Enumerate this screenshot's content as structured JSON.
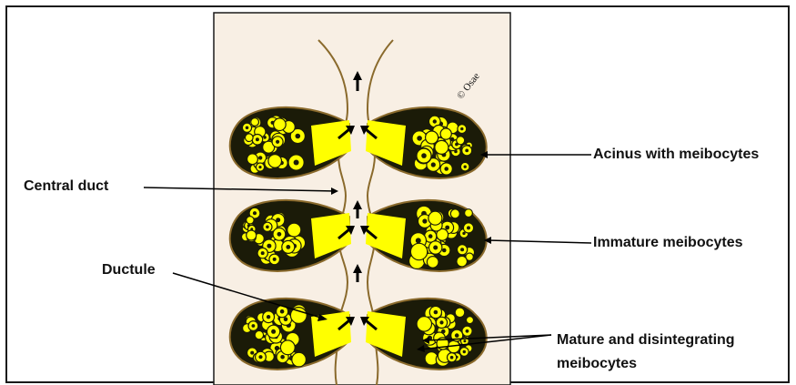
{
  "labels": {
    "central_duct": "Central duct",
    "ductule": "Ductule",
    "acinus": "Acinus with meibocytes",
    "immature": "Immature meibocytes",
    "mature": "Mature and disintegrating\nmeibocytes"
  },
  "copyright": "© Osae",
  "colors": {
    "panel": "#f8efe4",
    "gland_fill": "#1b1b08",
    "cell_yellow": "#ffff00",
    "outline": "#8a6a2c"
  }
}
